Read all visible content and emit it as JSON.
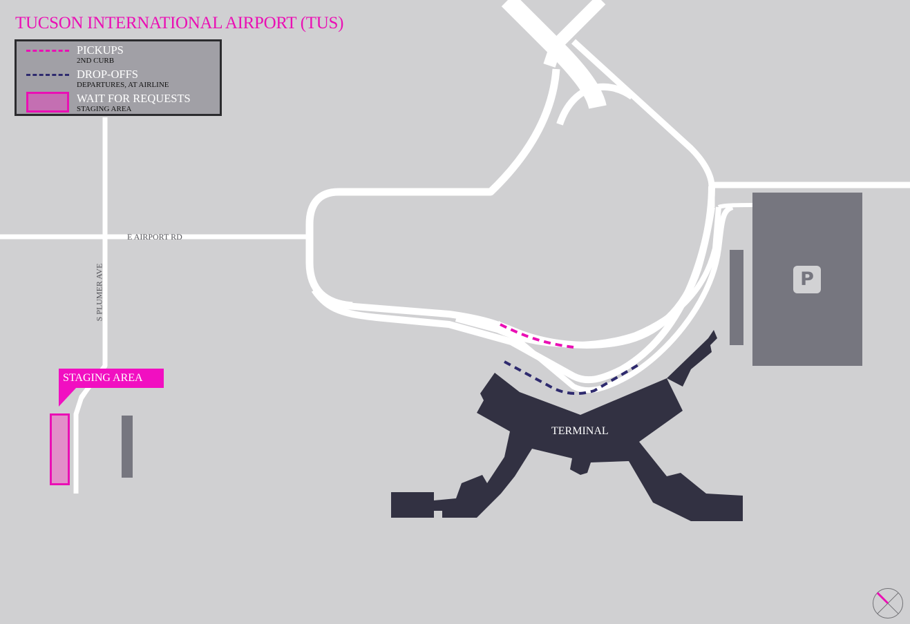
{
  "title": "TUCSON INTERNATIONAL AIRPORT (TUS)",
  "legend": {
    "items": [
      {
        "label": "PICKUPS",
        "sublabel": "2ND CURB",
        "symbol": "dashed-line",
        "color": "#ea0fb4"
      },
      {
        "label": "DROP-OFFS",
        "sublabel": "DEPARTURES, AT AIRLINE",
        "symbol": "dashed-line",
        "color": "#2e2a6e"
      },
      {
        "label": "WAIT FOR REQUESTS",
        "sublabel": "STAGING AREA",
        "symbol": "filled-box",
        "color": "#c46fb2"
      }
    ]
  },
  "roads": {
    "airport_rd": "E AIRPORT RD",
    "plumer_ave": "S PLUMER AVE"
  },
  "callouts": {
    "staging": "STAGING AREA",
    "terminal": "TERMINAL",
    "parking": "P"
  },
  "colors": {
    "background": "#d0d0d2",
    "road": "#ffffff",
    "accent_magenta": "#ea0fb4",
    "terminal": "#323142",
    "parking_lot": "#76767f",
    "dropoff_dash": "#2e2a6e"
  },
  "compass": {
    "icon": "compass-icon",
    "needle_color": "#ea0fb4"
  }
}
